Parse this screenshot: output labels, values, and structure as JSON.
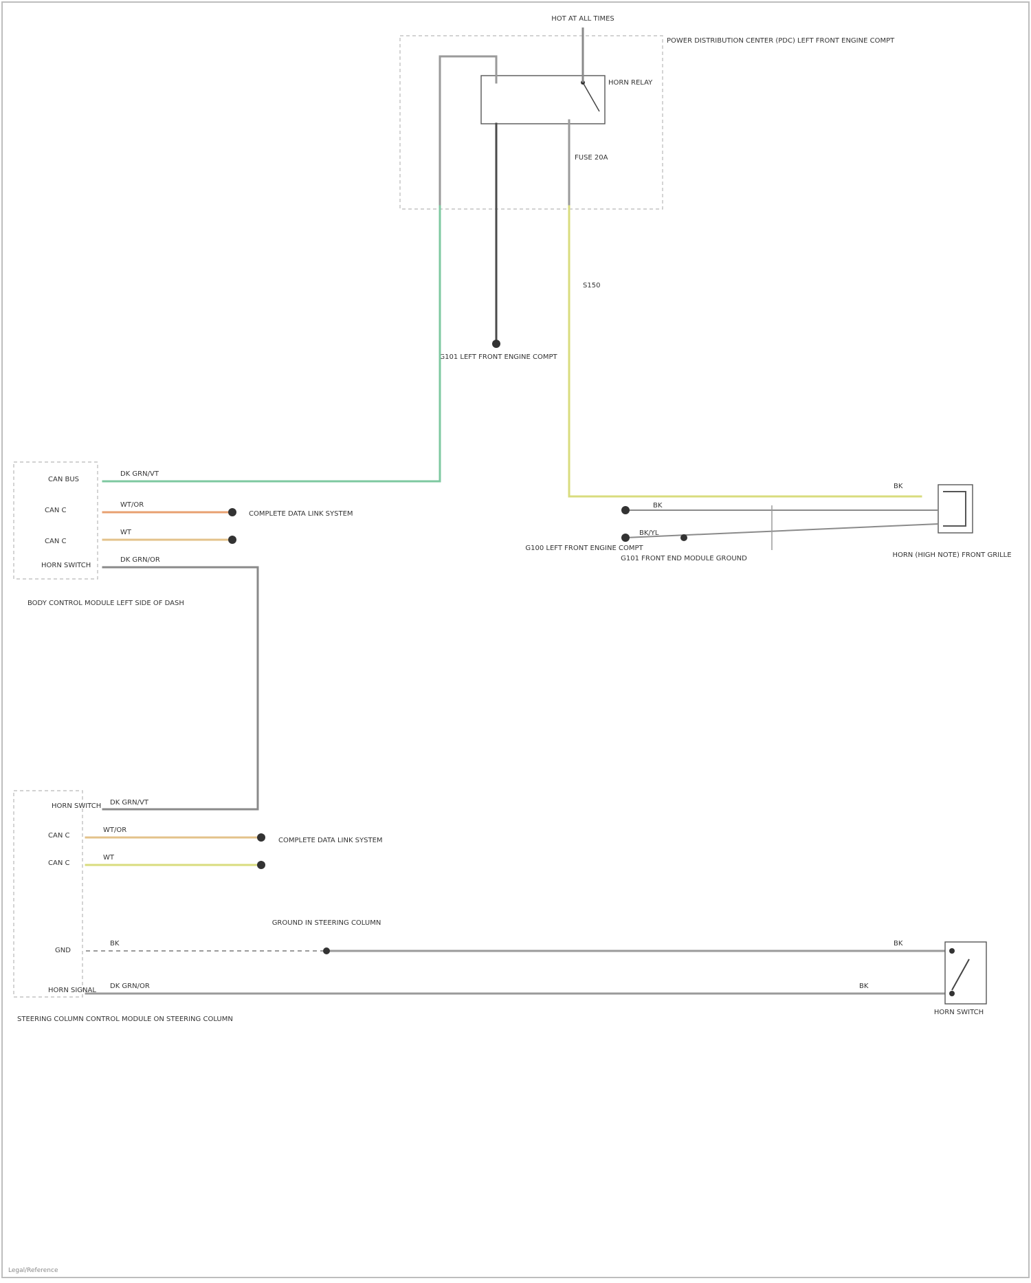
{
  "diagram": {
    "title": "",
    "colors": {
      "green": "#7ec8a0",
      "orange": "#e8a070",
      "yellow": "#d9dc7e",
      "gray": "#8a8a8a",
      "dark": "#4a4a4a"
    },
    "labels": {
      "fuse_top": "HOT AT ALL TIMES",
      "pdc_box": "POWER DISTRIBUTION CENTER (PDC) LEFT FRONT ENGINE COMPT",
      "horn_relay": "HORN RELAY",
      "fuse_label": "FUSE 20A",
      "g_ground_left": "G101 LEFT FRONT ENGINE COMPT",
      "splice": "S150",
      "bcm_box": "BODY CONTROL MODULE LEFT SIDE OF DASH",
      "bcm_pin1": "CAN BUS",
      "bcm_pin2": "CAN C",
      "bcm_pin3": "CAN C",
      "bcm_pin4": "HORN SWITCH",
      "can_note1": "COMPLETE DATA LINK SYSTEM",
      "horn_ground": "G100 LEFT FRONT ENGINE COMPT",
      "front_end_ground": "G101 FRONT END MODULE GROUND",
      "horn_right": "HORN (HIGH NOTE) FRONT GRILLE",
      "sccm_box": "STEERING COLUMN CONTROL MODULE ON STEERING COLUMN",
      "sccm_pin1": "HORN SWITCH",
      "sccm_pin2": "CAN C",
      "sccm_pin3": "CAN C",
      "sccm_pin4": "GND",
      "sccm_pin5": "HORN SIGNAL",
      "can_note2": "COMPLETE DATA LINK SYSTEM",
      "steering_note": "GROUND IN STEERING COLUMN",
      "horn_switch": "HORN SWITCH",
      "footer": "Legal/Reference"
    },
    "wire_labels": {
      "w1": "DK GRN/VT",
      "w2": "WT/OR",
      "w3": "WT",
      "w4": "DK GRN/OR",
      "w5": "BK",
      "w6": "WT/OR",
      "w7": "WT",
      "w8": "BK",
      "w9": "DK GRN/VT",
      "w10": "DK GRN/OR",
      "w11": "BK",
      "w12": "BK/YL",
      "w13": "BK",
      "w14": "BK"
    }
  }
}
